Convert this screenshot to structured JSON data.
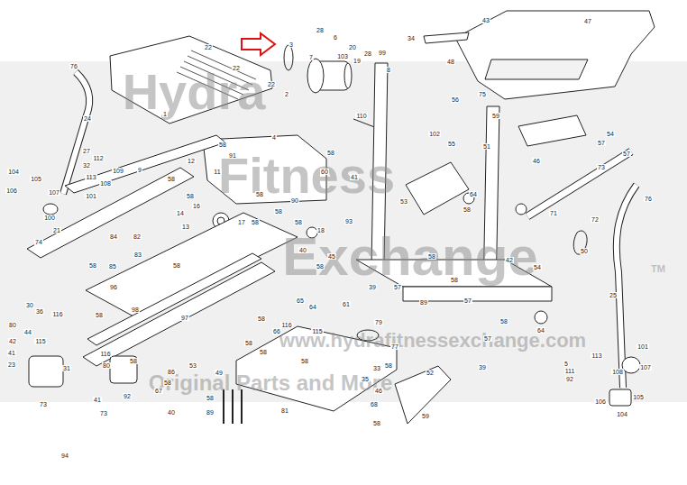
{
  "diagram": {
    "labels": [
      "76",
      "22",
      "22",
      "22",
      "1",
      "24",
      "3",
      "28",
      "6",
      "7",
      "103",
      "20",
      "19",
      "28",
      "99",
      "8",
      "2",
      "110",
      "34",
      "48",
      "43",
      "47",
      "75",
      "56",
      "102",
      "55",
      "59",
      "51",
      "4",
      "27",
      "112",
      "32",
      "109",
      "113",
      "108",
      "9",
      "101",
      "104",
      "105",
      "106",
      "107",
      "100",
      "21",
      "74",
      "12",
      "58",
      "58",
      "91",
      "11",
      "58",
      "16",
      "14",
      "13",
      "17",
      "58",
      "58",
      "60",
      "58",
      "41",
      "90",
      "58",
      "58",
      "93",
      "18",
      "40",
      "45",
      "58",
      "61",
      "65",
      "64",
      "84",
      "82",
      "83",
      "85",
      "96",
      "98",
      "97",
      "58",
      "58",
      "58",
      "30",
      "36",
      "116",
      "44",
      "80",
      "42",
      "41",
      "23",
      "115",
      "31",
      "73",
      "94",
      "86",
      "116",
      "80",
      "58",
      "58",
      "67",
      "92",
      "41",
      "40",
      "73",
      "89",
      "58",
      "53",
      "49",
      "58",
      "116",
      "66",
      "115",
      "58",
      "58",
      "81",
      "79",
      "77",
      "58",
      "35",
      "33",
      "58",
      "46",
      "68",
      "52",
      "59",
      "58",
      "72",
      "71",
      "50",
      "57",
      "54",
      "46",
      "73",
      "57",
      "76",
      "25",
      "101",
      "107",
      "113",
      "5",
      "111",
      "92",
      "108",
      "106",
      "105",
      "104",
      "42",
      "54",
      "57",
      "58",
      "64",
      "57",
      "58",
      "39",
      "39",
      "57",
      "64",
      "58",
      "53",
      "58",
      "89",
      "Hydra",
      "Fitness",
      "Exchange",
      "TM",
      "www.hydrafitnessexchange.com",
      "Original Parts and More"
    ]
  }
}
